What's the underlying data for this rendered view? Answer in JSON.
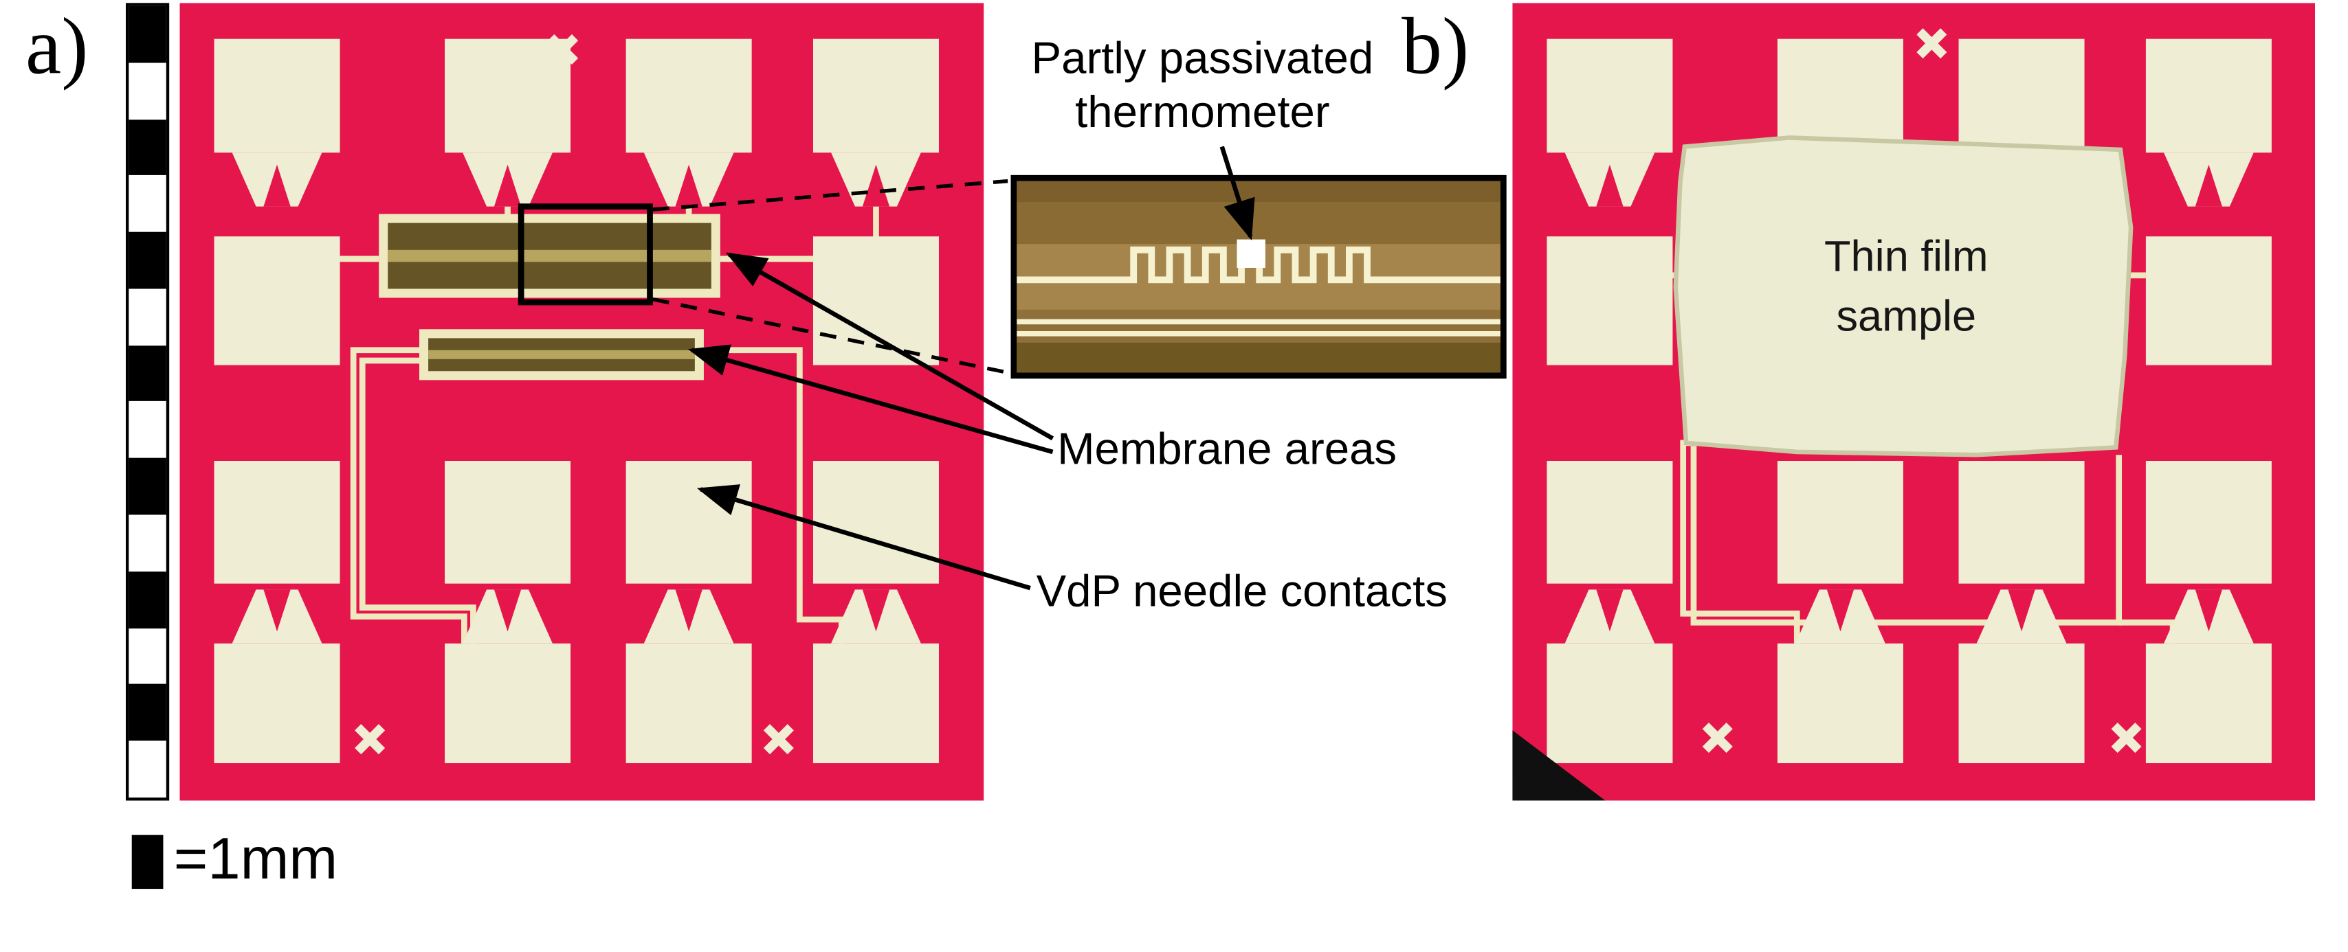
{
  "figure": {
    "panel_a": {
      "label": "a)",
      "annotations": {
        "thermometer_line1": "Partly passivated",
        "thermometer_line2": "thermometer",
        "membrane": "Membrane areas",
        "vdp": "VdP needle contacts"
      }
    },
    "panel_b": {
      "label": "b)",
      "sample_line1": "Thin film",
      "sample_line2": "sample"
    },
    "scale_legend": "=1mm"
  },
  "colors": {
    "chip_pink": "#e5164b",
    "pad_cream": "#efeed4",
    "trace_cream": "#efe9c0",
    "membrane_dark": "#655526",
    "membrane_stripe": "#b5a55f",
    "inset_background": "#8a6b33",
    "thermometer_window": "#ffffff",
    "annotation_text": "#000000"
  }
}
